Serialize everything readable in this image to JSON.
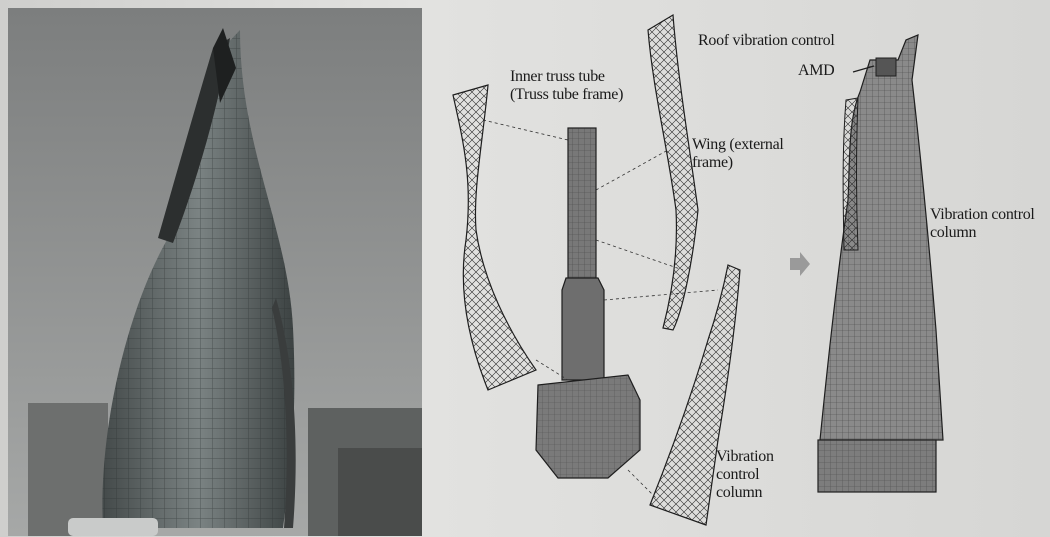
{
  "labels": {
    "inner_truss_line1": "Inner truss tube",
    "inner_truss_line2": "(Truss tube frame)",
    "roof_vibration": "Roof vibration control",
    "amd": "AMD",
    "wing_line1": "Wing (external",
    "wing_line2": "frame)",
    "vib_col_right_line1": "Vibration control",
    "vib_col_right_line2": "column",
    "vib_col_bottom_line1": "Vibration",
    "vib_col_bottom_line2": "control",
    "vib_col_bottom_line3": "column"
  },
  "icons": {
    "arrow": "right-arrow-icon"
  },
  "colors": {
    "sky": "#8e9090",
    "glass": "#5a6060",
    "mesh": "#2a2a2a",
    "core": "#6a6a6a"
  }
}
